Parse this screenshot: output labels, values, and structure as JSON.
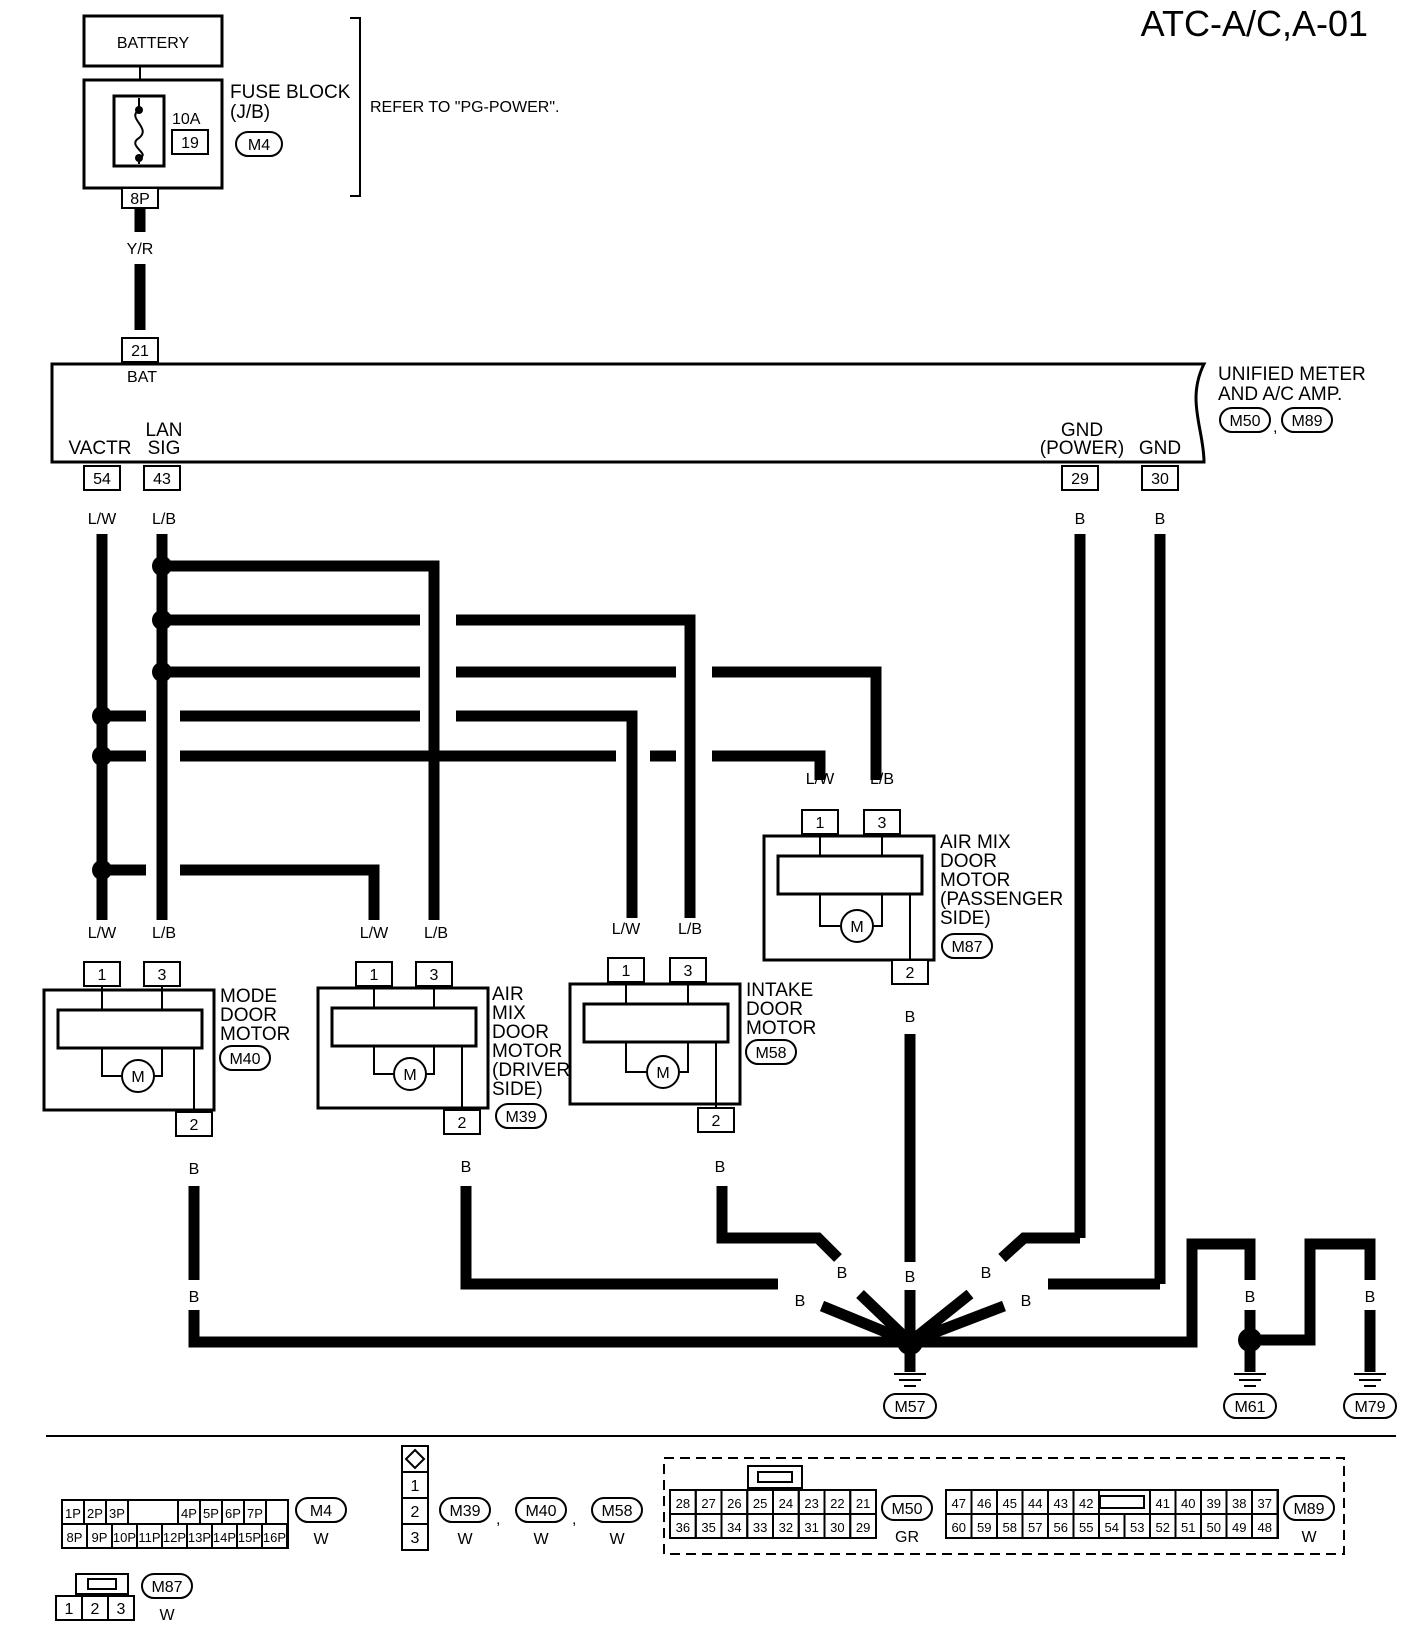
{
  "title": "ATC-A/C,A-01",
  "battery": "BATTERY",
  "fuse": {
    "name": "FUSE BLOCK",
    "sub": "(J/B)",
    "amps": "10A",
    "num": "19",
    "conn": "M4",
    "out_pin": "8P",
    "refer": "REFER TO \"PG-POWER\"."
  },
  "wire_colors": {
    "yr": "Y/R",
    "lw": "L/W",
    "lb": "L/B",
    "b": "B"
  },
  "amp": {
    "name1": "UNIFIED METER",
    "name2": "AND A/C AMP.",
    "conn1": "M50",
    "conn2": "M89",
    "comma": ",",
    "bat_pin": "21",
    "bat_label": "BAT",
    "vactr_label": "VACTR",
    "vactr_pin": "54",
    "lan1": "LAN",
    "lan2": "SIG",
    "lan_pin": "43",
    "gndp1": "GND",
    "gndp2": "(POWER)",
    "gndp_pin": "29",
    "gnd": "GND",
    "gnd_pin": "30"
  },
  "motors": {
    "motor_symbol": "M",
    "pin1": "1",
    "pin2": "2",
    "pin3": "3",
    "mode": {
      "l1": "MODE",
      "l2": "DOOR",
      "l3": "MOTOR",
      "conn": "M40"
    },
    "driver": {
      "l1": "AIR",
      "l2": "MIX",
      "l3": "DOOR",
      "l4": "MOTOR",
      "l5": "(DRIVER",
      "l6": "SIDE)",
      "conn": "M39"
    },
    "intake": {
      "l1": "INTAKE",
      "l2": "DOOR",
      "l3": "MOTOR",
      "conn": "M58"
    },
    "pass": {
      "l1": "AIR MIX",
      "l2": "DOOR",
      "l3": "MOTOR",
      "l4": "(PASSENGER",
      "l5": "SIDE)",
      "conn": "M87"
    }
  },
  "grounds": {
    "g1": "M57",
    "g2": "M61",
    "g3": "M79"
  },
  "legend": {
    "m4_top": [
      "1P",
      "2P",
      "3P",
      "4P",
      "5P",
      "6P",
      "7P"
    ],
    "m4_bot": [
      "8P",
      "9P",
      "10P",
      "11P",
      "12P",
      "13P",
      "14P",
      "15P",
      "16P"
    ],
    "m4_conn": "M4",
    "m4_color": "W",
    "three_pins": [
      "1",
      "2",
      "3"
    ],
    "c39": "M39",
    "c40": "M40",
    "c58": "M58",
    "c_color": "W",
    "comma": ",",
    "m50_top": [
      "28",
      "27",
      "26",
      "25",
      "24",
      "23",
      "22",
      "21"
    ],
    "m50_bot": [
      "36",
      "35",
      "34",
      "33",
      "32",
      "31",
      "30",
      "29"
    ],
    "m50_conn": "M50",
    "m50_color": "GR",
    "m89_top": [
      "47",
      "46",
      "45",
      "44",
      "43",
      "42",
      "41",
      "40",
      "39",
      "38",
      "37"
    ],
    "m89_bot": [
      "60",
      "59",
      "58",
      "57",
      "56",
      "55",
      "54",
      "53",
      "52",
      "51",
      "50",
      "49",
      "48"
    ],
    "m89_conn": "M89",
    "m89_color": "W",
    "m87_pins": [
      "1",
      "2",
      "3"
    ],
    "m87_conn": "M87",
    "m87_color": "W"
  }
}
